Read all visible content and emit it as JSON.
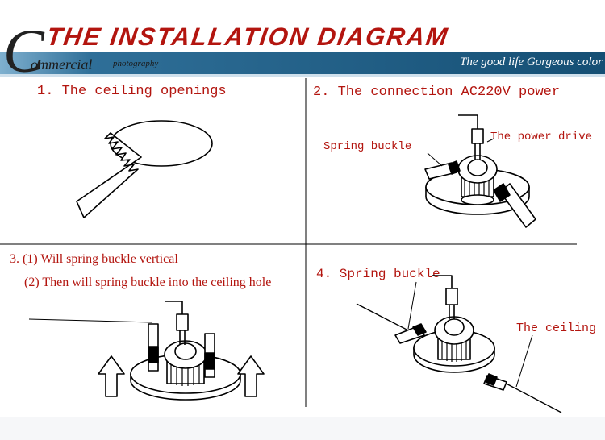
{
  "header": {
    "title": "THE INSTALLATION DIAGRAM",
    "logo_letter": "C",
    "logo_word": "ommercial",
    "logo_sub": "photography",
    "tagline": "The good life Gorgeous color",
    "colors": {
      "band": "#1f5f86",
      "band_light": "#5c94b8",
      "title": "#b3150f"
    }
  },
  "steps": {
    "s1": {
      "title": "1. The ceiling openings"
    },
    "s2": {
      "title": "2. The connection AC220V power",
      "labels": {
        "spring_buckle": "Spring buckle",
        "power_drive": "The power drive"
      }
    },
    "s3": {
      "title": "3. (1) Will spring buckle vertical",
      "subtitle": "(2) Then will spring buckle into the ceiling hole"
    },
    "s4": {
      "title": "4. Spring buckle",
      "labels": {
        "ceiling": "The ceiling"
      }
    }
  }
}
